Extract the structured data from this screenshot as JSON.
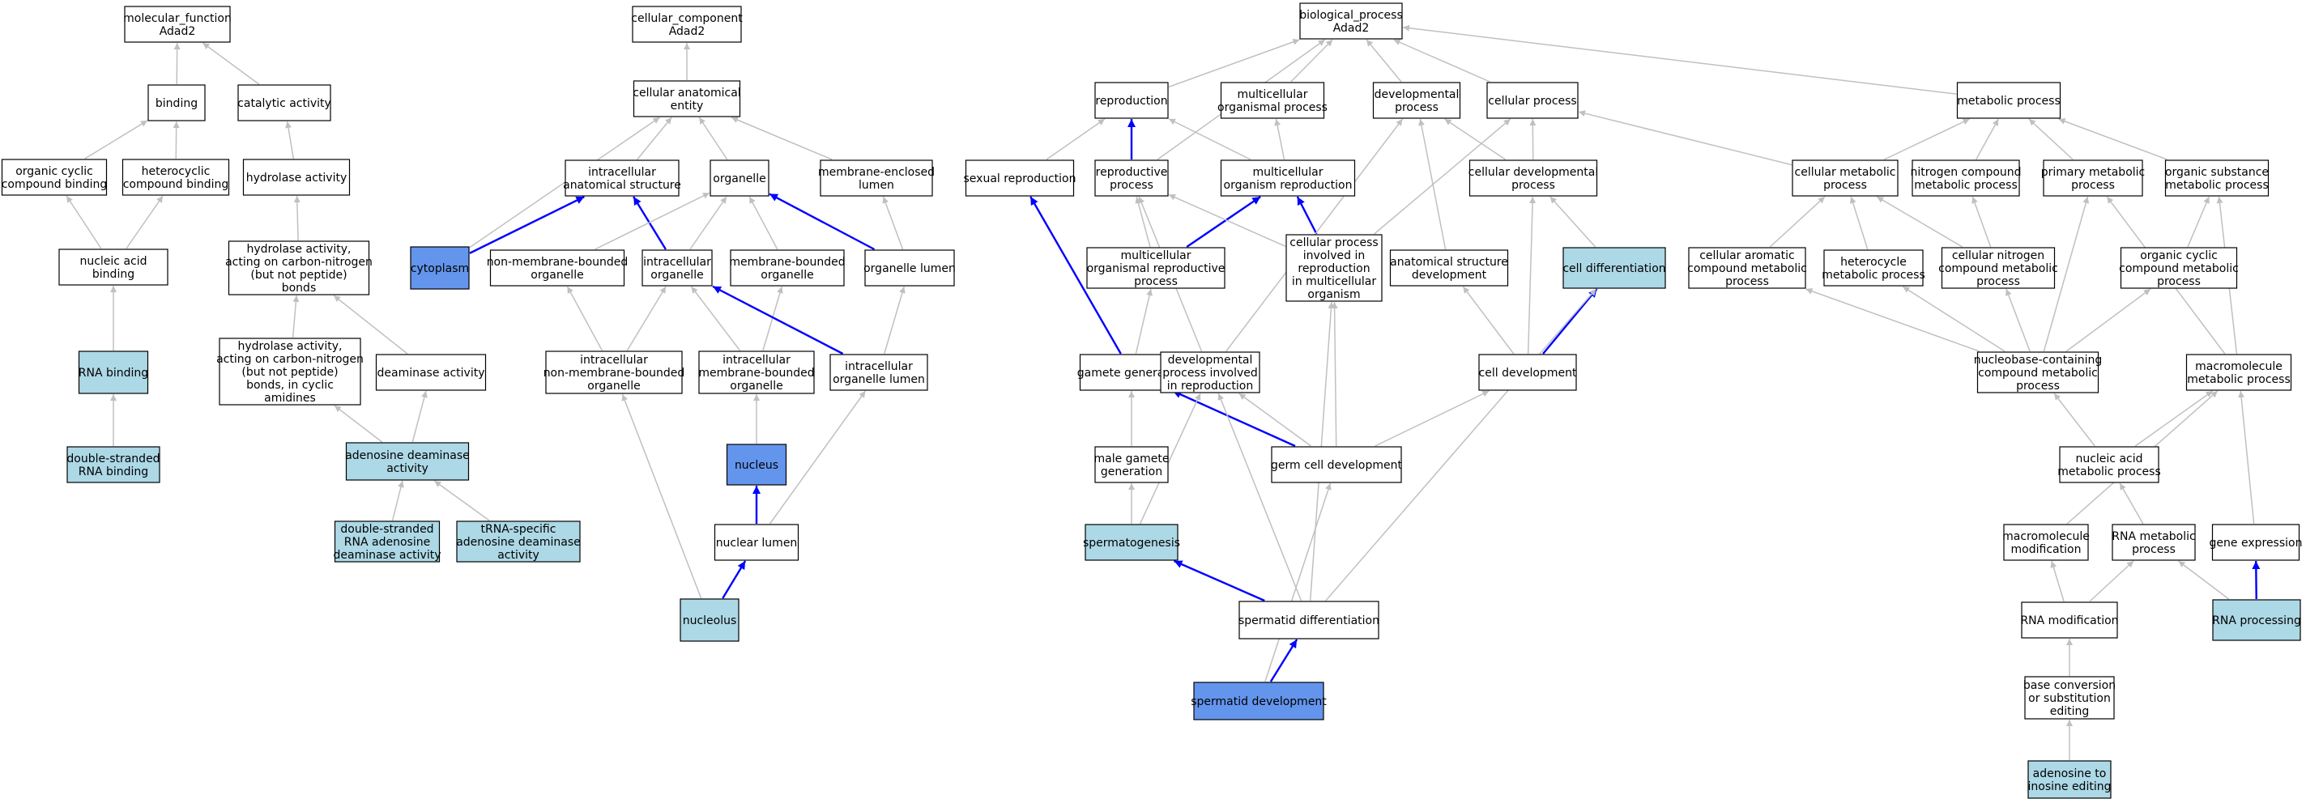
{
  "colors": {
    "white": "#ffffff",
    "light": "#add8e6",
    "dark": "#6495ed",
    "edge_gray": "#c0c0c0",
    "edge_blue": "#0000ff"
  },
  "nodes": {
    "mf": {
      "lines": [
        "molecular_function",
        "Adad2"
      ],
      "fill": "white"
    },
    "binding": {
      "lines": [
        "binding"
      ],
      "fill": "white"
    },
    "catalytic": {
      "lines": [
        "catalytic activity"
      ],
      "fill": "white"
    },
    "orgcyc": {
      "lines": [
        "organic cyclic",
        "compound binding"
      ],
      "fill": "white"
    },
    "hetcyc": {
      "lines": [
        "heterocyclic",
        "compound binding"
      ],
      "fill": "white"
    },
    "hydrolase": {
      "lines": [
        "hydrolase activity"
      ],
      "fill": "white"
    },
    "nucbind": {
      "lines": [
        "nucleic acid",
        "binding"
      ],
      "fill": "white"
    },
    "hydro_cn": {
      "lines": [
        "hydrolase activity,",
        "acting on carbon-nitrogen",
        "(but not peptide)",
        "bonds"
      ],
      "fill": "white"
    },
    "hydro_cyc": {
      "lines": [
        "hydrolase activity,",
        "acting on carbon-nitrogen",
        "(but not peptide)",
        "bonds, in cyclic",
        "amidines"
      ],
      "fill": "white"
    },
    "deaminase": {
      "lines": [
        "deaminase activity"
      ],
      "fill": "white"
    },
    "rnabind": {
      "lines": [
        "RNA binding"
      ],
      "fill": "light"
    },
    "dsrnabind": {
      "lines": [
        "double-stranded",
        "RNA binding"
      ],
      "fill": "light"
    },
    "adenosine_deam": {
      "lines": [
        "adenosine deaminase",
        "activity"
      ],
      "fill": "light"
    },
    "dsrna_ada": {
      "lines": [
        "double-stranded",
        "RNA adenosine",
        "deaminase activity"
      ],
      "fill": "light"
    },
    "trna_ada": {
      "lines": [
        "tRNA-specific",
        "adenosine deaminase",
        "activity"
      ],
      "fill": "light"
    },
    "cc": {
      "lines": [
        "cellular_component",
        "Adad2"
      ],
      "fill": "white"
    },
    "cae": {
      "lines": [
        "cellular anatomical",
        "entity"
      ],
      "fill": "white"
    },
    "ias": {
      "lines": [
        "intracellular",
        "anatomical structure"
      ],
      "fill": "white"
    },
    "organelle": {
      "lines": [
        "organelle"
      ],
      "fill": "white"
    },
    "mel": {
      "lines": [
        "membrane-enclosed",
        "lumen"
      ],
      "fill": "white"
    },
    "cytoplasm": {
      "lines": [
        "cytoplasm"
      ],
      "fill": "dark"
    },
    "nmbo": {
      "lines": [
        "non-membrane-bounded",
        "organelle"
      ],
      "fill": "white"
    },
    "io": {
      "lines": [
        "intracellular",
        "organelle"
      ],
      "fill": "white"
    },
    "mbo": {
      "lines": [
        "membrane-bounded",
        "organelle"
      ],
      "fill": "white"
    },
    "olumen": {
      "lines": [
        "organelle lumen"
      ],
      "fill": "white"
    },
    "inmbo": {
      "lines": [
        "intracellular",
        "non-membrane-bounded",
        "organelle"
      ],
      "fill": "white"
    },
    "imbo": {
      "lines": [
        "intracellular",
        "membrane-bounded",
        "organelle"
      ],
      "fill": "white"
    },
    "iol": {
      "lines": [
        "intracellular",
        "organelle lumen"
      ],
      "fill": "white"
    },
    "nucleus": {
      "lines": [
        "nucleus"
      ],
      "fill": "dark"
    },
    "nuclumen": {
      "lines": [
        "nuclear lumen"
      ],
      "fill": "white"
    },
    "nucleolus": {
      "lines": [
        "nucleolus"
      ],
      "fill": "light"
    },
    "bp": {
      "lines": [
        "biological_process",
        "Adad2"
      ],
      "fill": "white"
    },
    "reproduction": {
      "lines": [
        "reproduction"
      ],
      "fill": "white"
    },
    "mop": {
      "lines": [
        "multicellular",
        "organismal process"
      ],
      "fill": "white"
    },
    "devproc": {
      "lines": [
        "developmental",
        "process"
      ],
      "fill": "white"
    },
    "cellproc": {
      "lines": [
        "cellular process"
      ],
      "fill": "white"
    },
    "metproc": {
      "lines": [
        "metabolic process"
      ],
      "fill": "white"
    },
    "sexrep": {
      "lines": [
        "sexual reproduction"
      ],
      "fill": "white"
    },
    "repproc": {
      "lines": [
        "reproductive",
        "process"
      ],
      "fill": "white"
    },
    "mor": {
      "lines": [
        "multicellular",
        "organism reproduction"
      ],
      "fill": "white"
    },
    "celldevproc": {
      "lines": [
        "cellular developmental",
        "process"
      ],
      "fill": "white"
    },
    "cellmet": {
      "lines": [
        "cellular metabolic",
        "process"
      ],
      "fill": "white"
    },
    "nitromet": {
      "lines": [
        "nitrogen compound",
        "metabolic process"
      ],
      "fill": "white"
    },
    "primmet": {
      "lines": [
        "primary metabolic",
        "process"
      ],
      "fill": "white"
    },
    "orgsubmet": {
      "lines": [
        "organic substance",
        "metabolic process"
      ],
      "fill": "white"
    },
    "morp": {
      "lines": [
        "multicellular",
        "organismal reproductive",
        "process"
      ],
      "fill": "white"
    },
    "cpirmo": {
      "lines": [
        "cellular process",
        "involved in",
        "reproduction",
        "in multicellular",
        "organism"
      ],
      "fill": "white"
    },
    "asd": {
      "lines": [
        "anatomical structure",
        "development"
      ],
      "fill": "white"
    },
    "celldiff": {
      "lines": [
        "cell differentiation"
      ],
      "fill": "light"
    },
    "cacmp": {
      "lines": [
        "cellular aromatic",
        "compound metabolic",
        "process"
      ],
      "fill": "white"
    },
    "hetmet": {
      "lines": [
        "heterocycle",
        "metabolic process"
      ],
      "fill": "white"
    },
    "cncmp": {
      "lines": [
        "cellular nitrogen",
        "compound metabolic",
        "process"
      ],
      "fill": "white"
    },
    "occmp": {
      "lines": [
        "organic cyclic",
        "compound metabolic",
        "process"
      ],
      "fill": "white"
    },
    "gamgen": {
      "lines": [
        "gamete generation"
      ],
      "fill": "white"
    },
    "dpir": {
      "lines": [
        "developmental",
        "process involved",
        "in reproduction"
      ],
      "fill": "white"
    },
    "celldev": {
      "lines": [
        "cell development"
      ],
      "fill": "white"
    },
    "nccmp": {
      "lines": [
        "nucleobase-containing",
        "compound metabolic",
        "process"
      ],
      "fill": "white"
    },
    "macromet": {
      "lines": [
        "macromolecule",
        "metabolic process"
      ],
      "fill": "white"
    },
    "malegam": {
      "lines": [
        "male gamete",
        "generation"
      ],
      "fill": "white"
    },
    "gcd": {
      "lines": [
        "germ cell development"
      ],
      "fill": "white"
    },
    "namet": {
      "lines": [
        "nucleic acid",
        "metabolic process"
      ],
      "fill": "white"
    },
    "spermatogenesis": {
      "lines": [
        "spermatogenesis"
      ],
      "fill": "light"
    },
    "macromod": {
      "lines": [
        "macromolecule",
        "modification"
      ],
      "fill": "white"
    },
    "rnamet": {
      "lines": [
        "RNA metabolic",
        "process"
      ],
      "fill": "white"
    },
    "geneexp": {
      "lines": [
        "gene expression"
      ],
      "fill": "white"
    },
    "spdiff": {
      "lines": [
        "spermatid differentiation"
      ],
      "fill": "white"
    },
    "rnamod": {
      "lines": [
        "RNA modification"
      ],
      "fill": "white"
    },
    "rnaproc": {
      "lines": [
        "RNA processing"
      ],
      "fill": "light"
    },
    "spdev": {
      "lines": [
        "spermatid development"
      ],
      "fill": "dark"
    },
    "bcse": {
      "lines": [
        "base conversion",
        "or substitution",
        "editing"
      ],
      "fill": "white"
    },
    "a2i": {
      "lines": [
        "adenosine to",
        "inosine editing"
      ],
      "fill": "light"
    }
  },
  "edges": [
    [
      "binding",
      "mf",
      "gray"
    ],
    [
      "catalytic",
      "mf",
      "gray"
    ],
    [
      "orgcyc",
      "binding",
      "gray"
    ],
    [
      "hetcyc",
      "binding",
      "gray"
    ],
    [
      "hydrolase",
      "catalytic",
      "gray"
    ],
    [
      "nucbind",
      "orgcyc",
      "gray"
    ],
    [
      "nucbind",
      "hetcyc",
      "gray"
    ],
    [
      "hydro_cn",
      "hydrolase",
      "gray"
    ],
    [
      "rnabind",
      "nucbind",
      "gray"
    ],
    [
      "dsrnabind",
      "rnabind",
      "gray"
    ],
    [
      "hydro_cyc",
      "hydro_cn",
      "gray"
    ],
    [
      "deaminase",
      "hydro_cn",
      "gray"
    ],
    [
      "adenosine_deam",
      "hydro_cyc",
      "gray"
    ],
    [
      "adenosine_deam",
      "deaminase",
      "gray"
    ],
    [
      "dsrna_ada",
      "adenosine_deam",
      "gray"
    ],
    [
      "trna_ada",
      "adenosine_deam",
      "gray"
    ],
    [
      "cae",
      "cc",
      "gray"
    ],
    [
      "ias",
      "cae",
      "gray"
    ],
    [
      "organelle",
      "cae",
      "gray"
    ],
    [
      "mel",
      "cae",
      "gray"
    ],
    [
      "cytoplasm",
      "cae",
      "gray"
    ],
    [
      "cytoplasm",
      "ias",
      "blue"
    ],
    [
      "io",
      "ias",
      "blue"
    ],
    [
      "io",
      "organelle",
      "gray"
    ],
    [
      "nmbo",
      "organelle",
      "gray"
    ],
    [
      "mbo",
      "organelle",
      "gray"
    ],
    [
      "olumen",
      "organelle",
      "blue"
    ],
    [
      "olumen",
      "mel",
      "gray"
    ],
    [
      "inmbo",
      "nmbo",
      "gray"
    ],
    [
      "inmbo",
      "io",
      "gray"
    ],
    [
      "imbo",
      "io",
      "gray"
    ],
    [
      "imbo",
      "mbo",
      "gray"
    ],
    [
      "iol",
      "io",
      "blue"
    ],
    [
      "iol",
      "olumen",
      "gray"
    ],
    [
      "nucleus",
      "imbo",
      "gray"
    ],
    [
      "nuclumen",
      "nucleus",
      "blue"
    ],
    [
      "nuclumen",
      "iol",
      "gray"
    ],
    [
      "nucleolus",
      "nuclumen",
      "blue"
    ],
    [
      "nucleolus",
      "inmbo",
      "gray"
    ],
    [
      "reproduction",
      "bp",
      "gray"
    ],
    [
      "mop",
      "bp",
      "gray"
    ],
    [
      "devproc",
      "bp",
      "gray"
    ],
    [
      "cellproc",
      "bp",
      "gray"
    ],
    [
      "metproc",
      "bp",
      "gray"
    ],
    [
      "sexrep",
      "reproduction",
      "gray"
    ],
    [
      "repproc",
      "reproduction",
      "blue"
    ],
    [
      "repproc",
      "bp",
      "gray"
    ],
    [
      "mor",
      "reproduction",
      "gray"
    ],
    [
      "mor",
      "mop",
      "gray"
    ],
    [
      "celldevproc",
      "devproc",
      "gray"
    ],
    [
      "celldevproc",
      "cellproc",
      "gray"
    ],
    [
      "cellmet",
      "metproc",
      "gray"
    ],
    [
      "cellmet",
      "cellproc",
      "gray"
    ],
    [
      "nitromet",
      "metproc",
      "gray"
    ],
    [
      "primmet",
      "metproc",
      "gray"
    ],
    [
      "orgsubmet",
      "metproc",
      "gray"
    ],
    [
      "morp",
      "repproc",
      "gray"
    ],
    [
      "morp",
      "mor",
      "blue"
    ],
    [
      "cpirmo",
      "repproc",
      "gray"
    ],
    [
      "cpirmo",
      "mor",
      "blue"
    ],
    [
      "cpirmo",
      "cellproc",
      "gray"
    ],
    [
      "asd",
      "devproc",
      "gray"
    ],
    [
      "celldiff",
      "celldevproc",
      "gray"
    ],
    [
      "cacmp",
      "cellmet",
      "gray"
    ],
    [
      "hetmet",
      "cellmet",
      "gray"
    ],
    [
      "cncmp",
      "cellmet",
      "gray"
    ],
    [
      "cncmp",
      "nitromet",
      "gray"
    ],
    [
      "occmp",
      "orgsubmet",
      "gray"
    ],
    [
      "gamgen",
      "sexrep",
      "blue"
    ],
    [
      "gamgen",
      "morp",
      "gray"
    ],
    [
      "dpir",
      "devproc",
      "gray"
    ],
    [
      "dpir",
      "repproc",
      "gray"
    ],
    [
      "celldev",
      "asd",
      "gray"
    ],
    [
      "celldev",
      "celldevproc",
      "gray"
    ],
    [
      "celldev",
      "celldiff",
      "blue"
    ],
    [
      "nccmp",
      "cacmp",
      "gray"
    ],
    [
      "nccmp",
      "hetmet",
      "gray"
    ],
    [
      "nccmp",
      "cncmp",
      "gray"
    ],
    [
      "nccmp",
      "occmp",
      "gray"
    ],
    [
      "nccmp",
      "primmet",
      "gray"
    ],
    [
      "macromet",
      "primmet",
      "gray"
    ],
    [
      "macromet",
      "orgsubmet",
      "gray"
    ],
    [
      "malegam",
      "gamgen",
      "gray"
    ],
    [
      "gcd",
      "gamgen",
      "blue"
    ],
    [
      "gcd",
      "dpir",
      "gray"
    ],
    [
      "gcd",
      "celldev",
      "gray"
    ],
    [
      "gcd",
      "cpirmo",
      "gray"
    ],
    [
      "namet",
      "nccmp",
      "gray"
    ],
    [
      "namet",
      "macromet",
      "gray"
    ],
    [
      "spermatogenesis",
      "malegam",
      "gray"
    ],
    [
      "spermatogenesis",
      "dpir",
      "gray"
    ],
    [
      "macromod",
      "macromet",
      "gray"
    ],
    [
      "rnamet",
      "namet",
      "gray"
    ],
    [
      "geneexp",
      "macromet",
      "gray"
    ],
    [
      "spdiff",
      "spermatogenesis",
      "blue"
    ],
    [
      "spdiff",
      "celldiff",
      "gray"
    ],
    [
      "spdiff",
      "dpir",
      "gray"
    ],
    [
      "spdiff",
      "cpirmo",
      "gray"
    ],
    [
      "rnamod",
      "macromod",
      "gray"
    ],
    [
      "rnamod",
      "rnamet",
      "gray"
    ],
    [
      "rnaproc",
      "rnamet",
      "gray"
    ],
    [
      "rnaproc",
      "geneexp",
      "blue"
    ],
    [
      "spdev",
      "spdiff",
      "blue"
    ],
    [
      "spdev",
      "gcd",
      "gray"
    ],
    [
      "bcse",
      "rnamod",
      "gray"
    ],
    [
      "a2i",
      "bcse",
      "gray"
    ]
  ]
}
